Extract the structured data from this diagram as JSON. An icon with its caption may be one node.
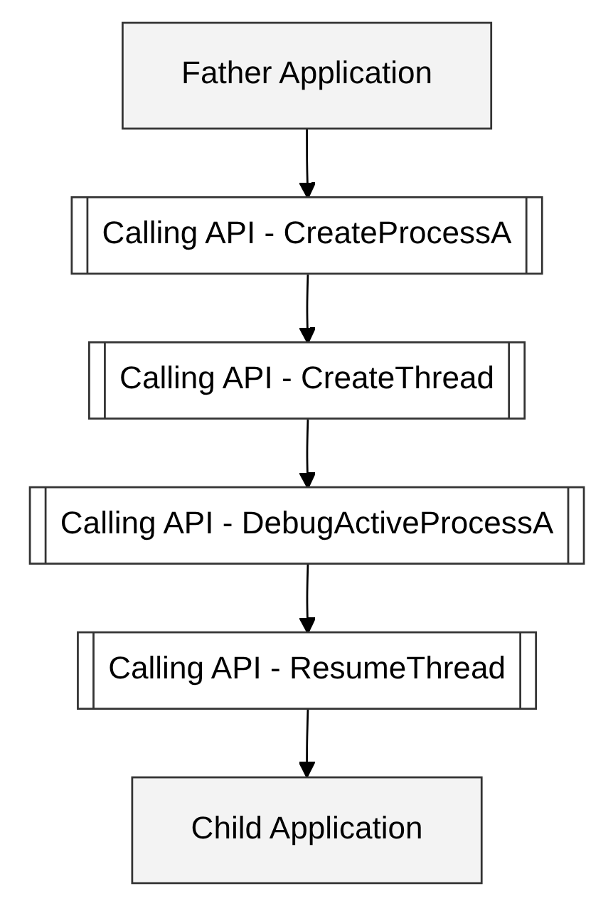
{
  "diagram": {
    "nodes": [
      {
        "text": [
          "Father Application"
        ]
      },
      {
        "text": [
          "Calling API - CreateProcessA"
        ]
      },
      {
        "text": [
          "Calling API - CreateThread"
        ]
      },
      {
        "text": [
          "Calling API - DebugActiveProcessA"
        ]
      },
      {
        "text": [
          "Calling API - ResumeThread"
        ]
      },
      {
        "text": [
          "Child Application"
        ]
      }
    ],
    "edges": [
      {
        "from": 0,
        "to": 1,
        "arrow": "to"
      },
      {
        "from": 1,
        "to": 2,
        "arrow": "to"
      },
      {
        "from": 2,
        "to": 3,
        "arrow": "to"
      },
      {
        "from": 3,
        "to": 4,
        "arrow": "to"
      },
      {
        "from": 4,
        "to": 5,
        "arrow": "to"
      }
    ]
  }
}
